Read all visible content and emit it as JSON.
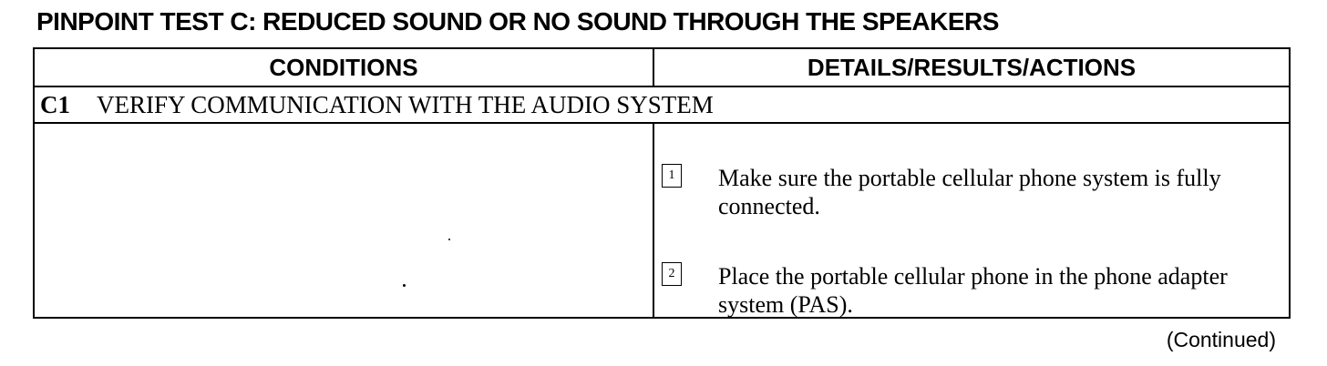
{
  "title": "PINPOINT TEST C:  REDUCED SOUND OR NO SOUND THROUGH THE SPEAKERS",
  "table": {
    "headers": {
      "conditions": "CONDITIONS",
      "details": "DETAILS/RESULTS/ACTIONS"
    },
    "step": {
      "id": "C1",
      "title": "VERIFY COMMUNICATION WITH THE AUDIO SYSTEM"
    },
    "actions": [
      {
        "number": "1",
        "text": "Make sure the portable cellular phone system is fully connected."
      },
      {
        "number": "2",
        "text": "Place the portable cellular phone in the phone adapter system (PAS)."
      }
    ]
  },
  "footer": {
    "continued": "(Continued)"
  }
}
